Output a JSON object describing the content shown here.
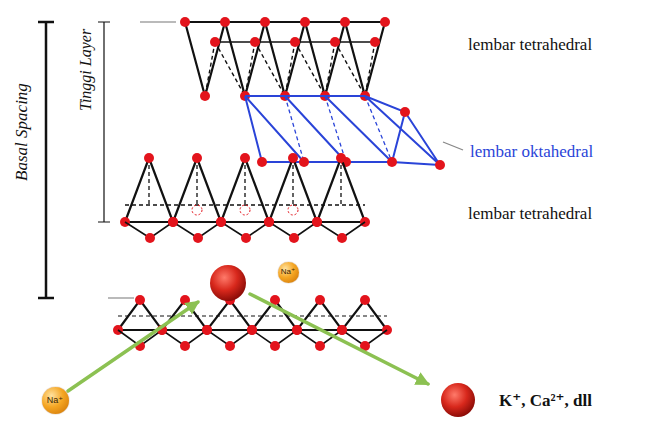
{
  "diagram": {
    "nodes": [
      {
        "text": [
          "Na⁺"
        ]
      },
      {
        "text": [
          "Na⁺"
        ]
      }
    ],
    "labels": [
      "Basal Spacing",
      "Tinggi Layer",
      "lembar tetrahedral",
      "lembar oktahedral",
      "lembar tetrahedral",
      "K⁺, Ca²⁺, dll"
    ]
  }
}
